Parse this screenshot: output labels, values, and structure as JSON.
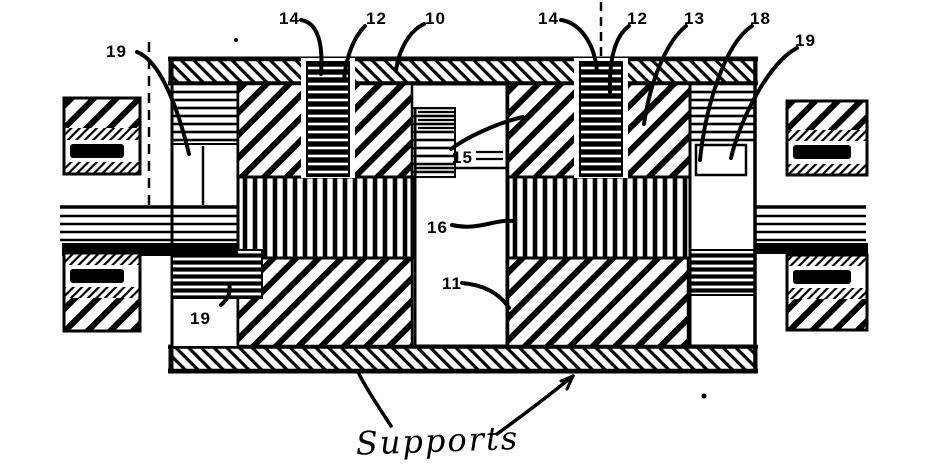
{
  "figure": {
    "caption": "Supports",
    "colors": {
      "ink": "#000000",
      "paper": "#ffffff"
    },
    "labels": {
      "top_left_19": "19",
      "top_left_14": "14",
      "top_left_12": "12",
      "top_left_10": "10",
      "top_right_14": "14",
      "top_right_12": "12",
      "top_right_13": "13",
      "top_right_18": "18",
      "top_right_19": "19",
      "center_15": "15",
      "center_16": "16",
      "center_11": "11",
      "bottom_left_19": "19"
    }
  }
}
